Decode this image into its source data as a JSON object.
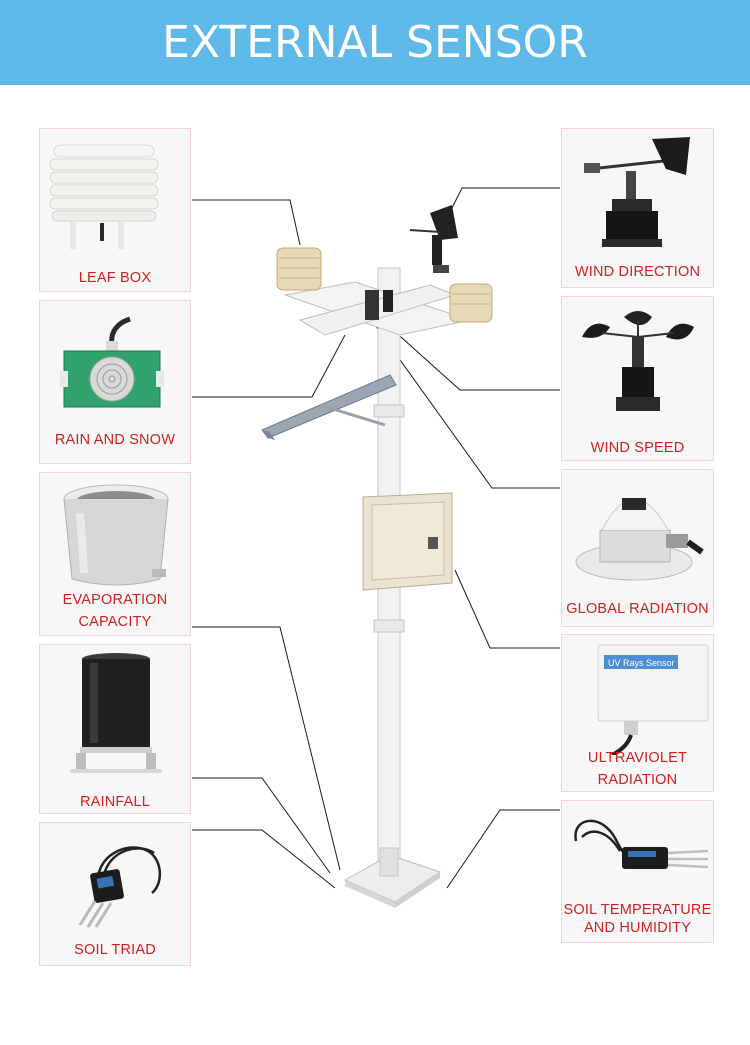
{
  "banner": {
    "title": "EXTERNAL SENSOR"
  },
  "colors": {
    "banner": "#5eb9e9",
    "label": "#d02020",
    "card_bg": "#f7f7f7",
    "card_border": "#f0d6d6"
  },
  "left_cards": [
    {
      "label": "LEAF BOX",
      "icon": "leaf-box-icon"
    },
    {
      "label": "RAIN AND SNOW",
      "icon": "rain-snow-sensor-icon"
    },
    {
      "label_lines": [
        "EVAPORATION",
        "CAPACITY"
      ],
      "icon": "evaporation-pan-icon"
    },
    {
      "label": "RAINFALL",
      "icon": "rain-gauge-icon"
    },
    {
      "label": "SOIL TRIAD",
      "icon": "soil-probe-icon"
    }
  ],
  "right_cards": [
    {
      "label": "WIND  DIRECTION",
      "icon": "wind-vane-icon"
    },
    {
      "label": "WIND SPEED",
      "icon": "anemometer-icon"
    },
    {
      "label": "GLOBAL  RADIATION",
      "icon": "pyranometer-icon"
    },
    {
      "label_lines": [
        "ULTRAVIOLET",
        "RADIATION"
      ],
      "icon": "uv-sensor-icon",
      "device_text": "UV Rays Sensor"
    },
    {
      "label_lines": [
        "SOIL TEMPERATURE",
        "AND HUMIDITY"
      ],
      "icon": "soil-temp-humidity-icon"
    }
  ]
}
